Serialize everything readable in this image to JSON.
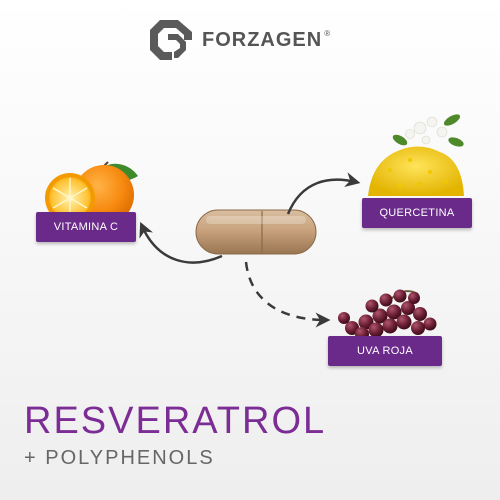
{
  "brand": {
    "name": "FORZAGEN",
    "registered": "®"
  },
  "capsule": {
    "icon": "capsule-icon"
  },
  "ingredients": [
    {
      "label": "VITAMINA C",
      "icon": "orange-icon"
    },
    {
      "label": "QUERCETINA",
      "icon": "quercetin-powder-icon"
    },
    {
      "label": "UVA ROJA",
      "icon": "red-grapes-icon"
    }
  ],
  "product": {
    "title": "RESVERATROL",
    "subtitle": "+ POLYPHENOLS"
  },
  "colors": {
    "accent": "#6a2a8a",
    "title": "#7b2c95",
    "text": "#555555",
    "arrow": "#3a3a3a"
  }
}
